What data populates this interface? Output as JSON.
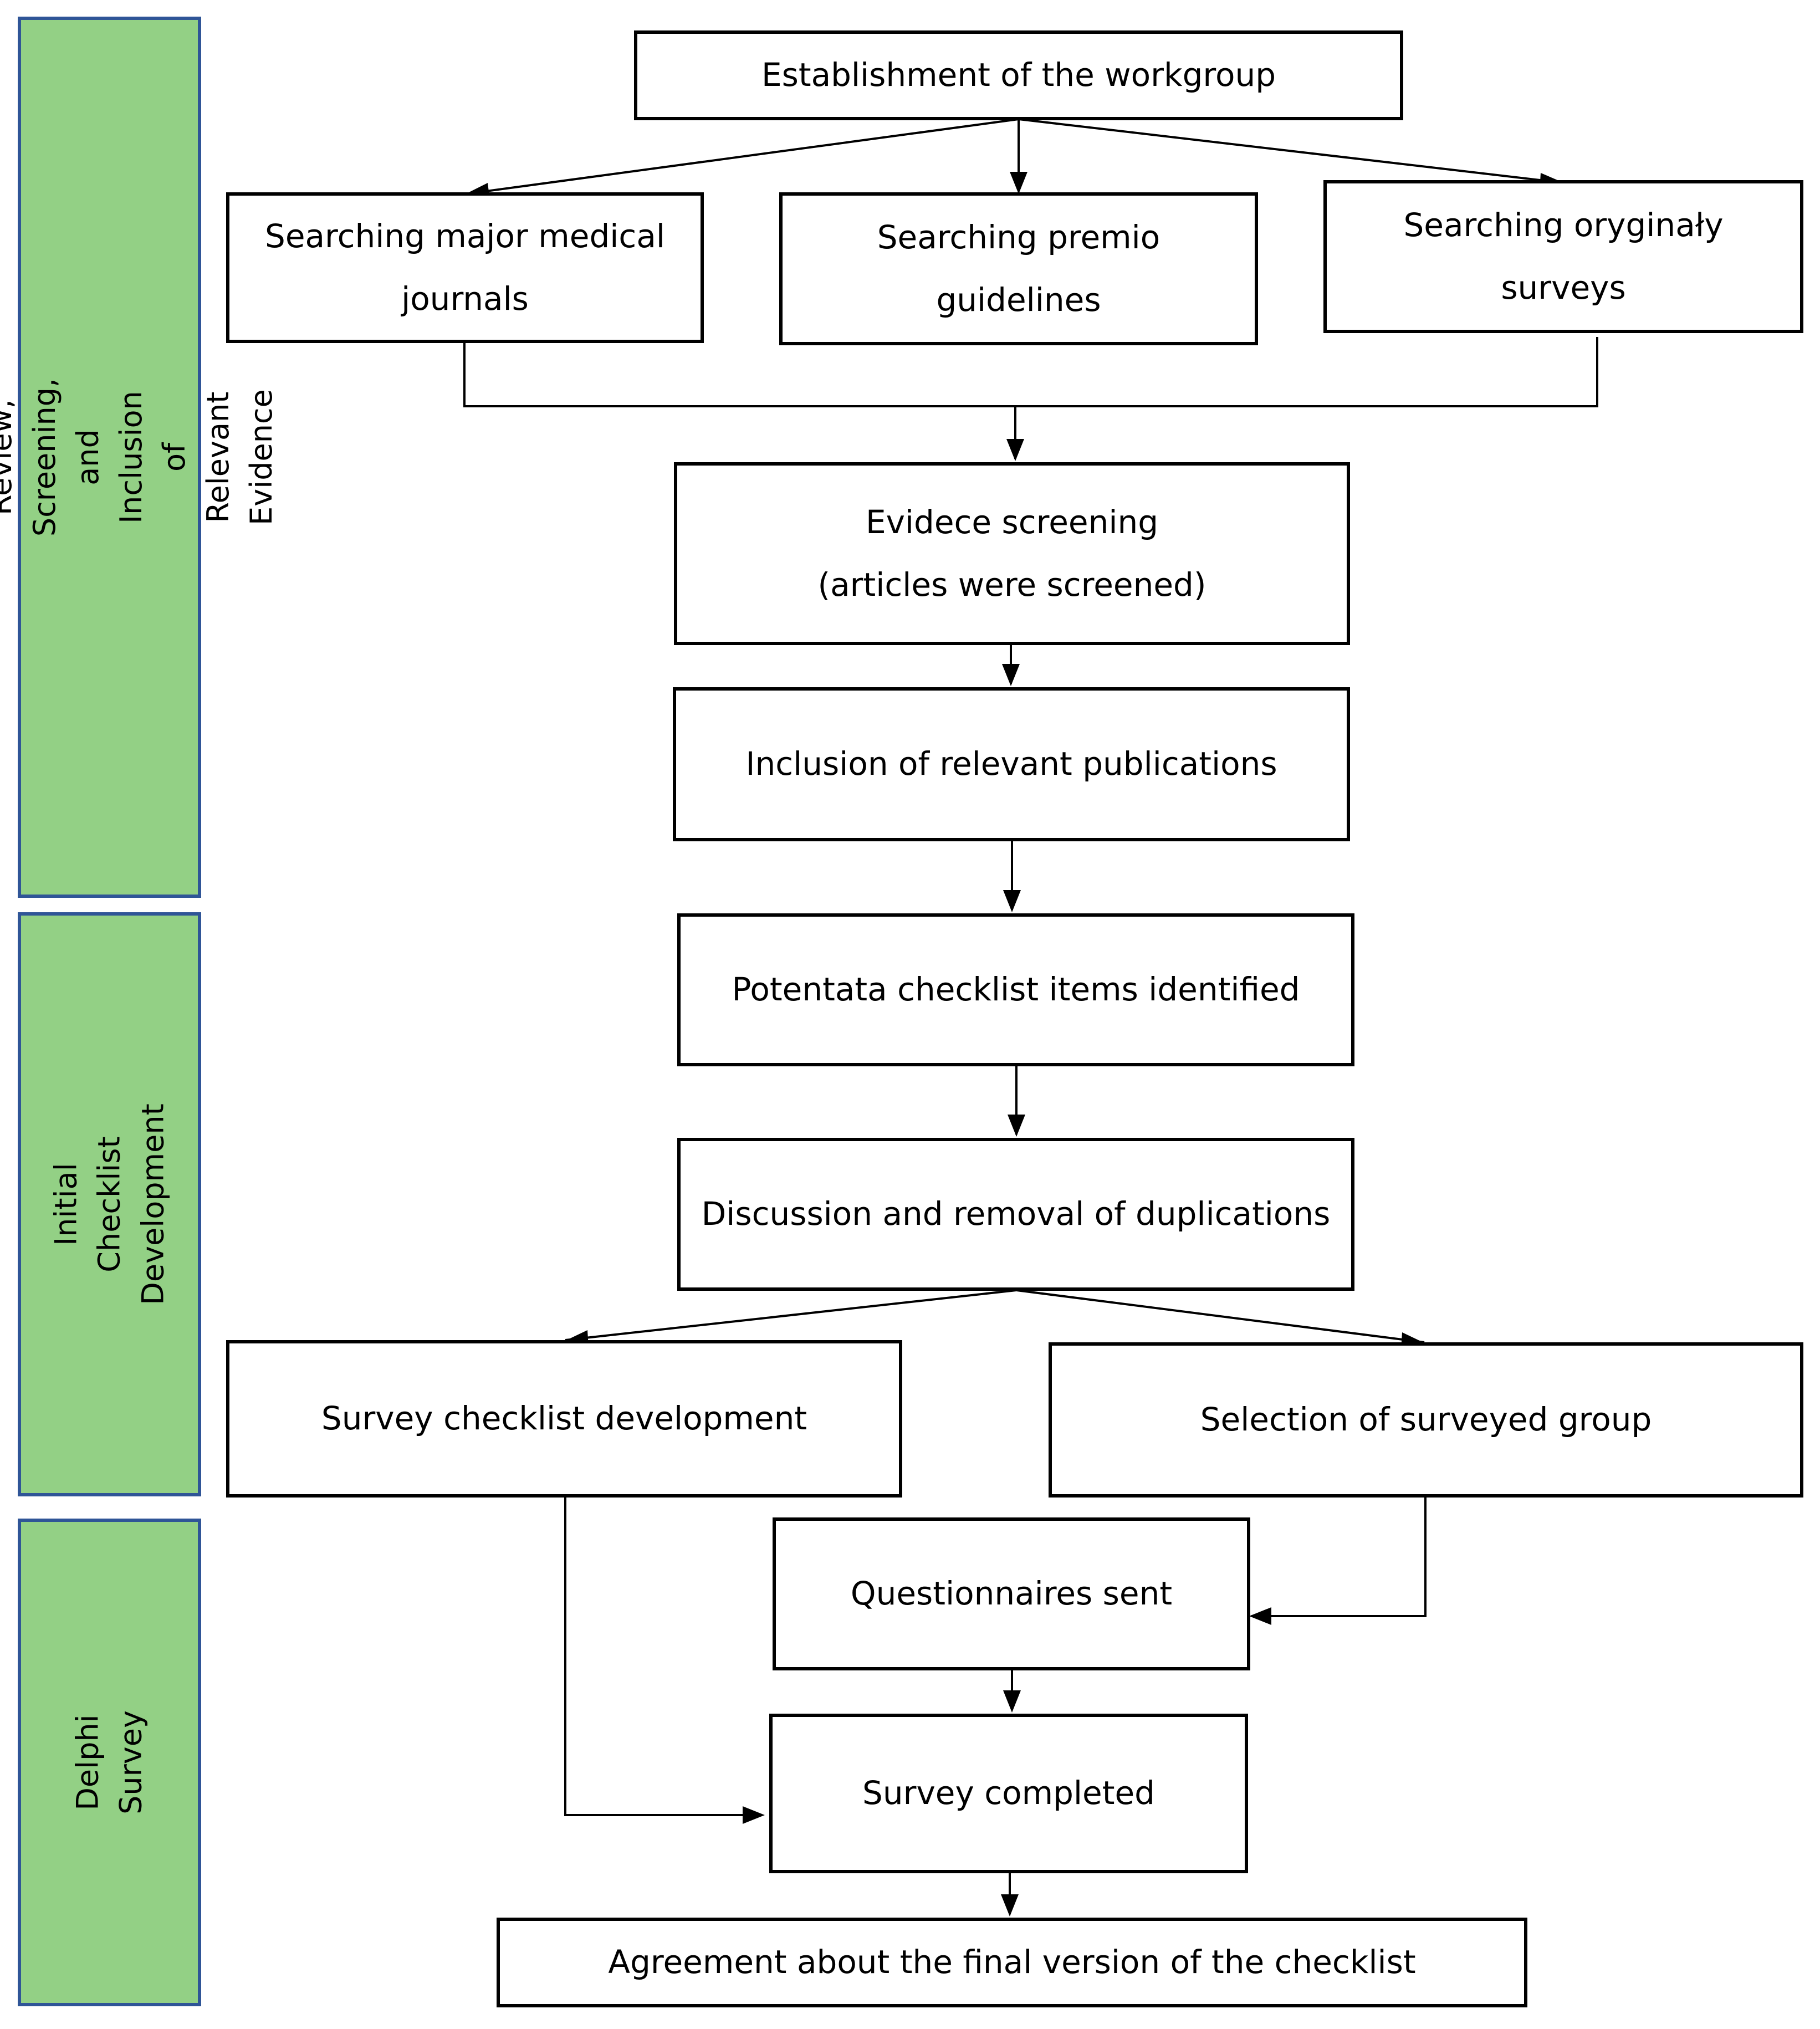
{
  "colors": {
    "phase_fill": "#93D085",
    "phase_border": "#2F5597",
    "box_border": "#000000",
    "arrow": "#000000"
  },
  "phases": {
    "literature": "Literature Review, Screening, and Inclusion of\nRelevant Evidence",
    "initial": "Initial Checklist Development",
    "delphi": "Delphi Survey"
  },
  "boxes": {
    "establishment": "Establishment of the workgroup",
    "search_journals": "Searching major medical\njournals",
    "search_guidelines": "Searching premio\nguidelines",
    "search_surveys": "Searching oryginały\nsurveys",
    "evidence_screening": "Evidece screening\n(articles were screened)",
    "inclusion": "Inclusion of relevant publications",
    "potential_items": "Potentata checklist items identified",
    "discussion": "Discussion and removal of duplications",
    "survey_checklist": "Survey checklist development",
    "selection_group": "Selection of surveyed group",
    "questionnaires_sent": "Questionnaires sent",
    "survey_completed": "Survey completed",
    "agreement": "Agreement about the final version of the checklist"
  }
}
